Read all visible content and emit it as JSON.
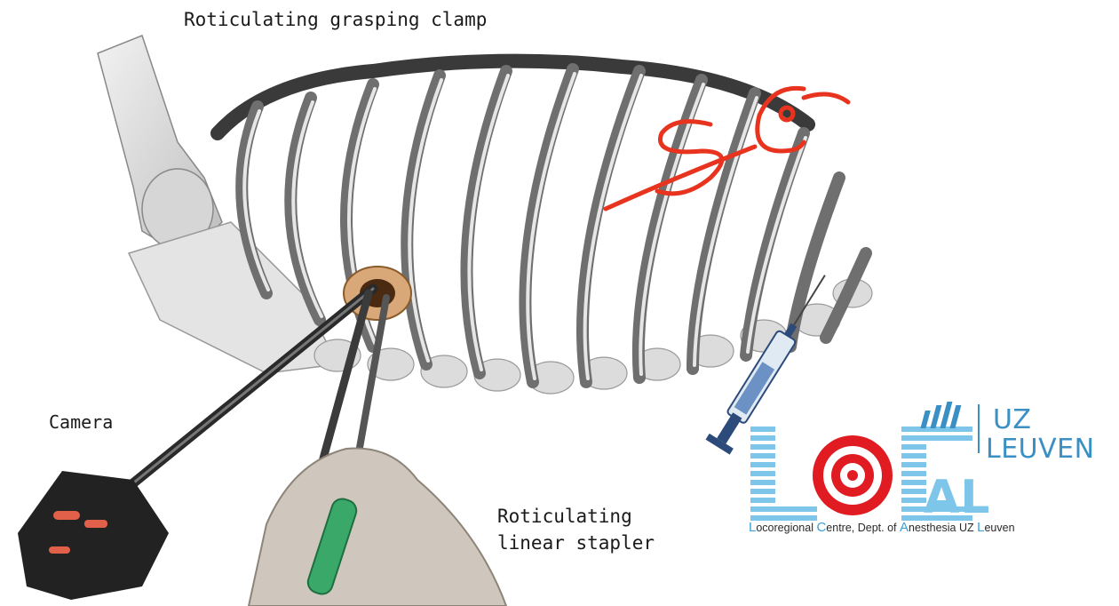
{
  "labels": {
    "grasping_clamp": "Roticulating grasping clamp",
    "camera": "Camera",
    "stapler_line1": "Roticulating",
    "stapler_line2": "linear stapler"
  },
  "annotation": {
    "handwritten_mark": "SC",
    "mark_color": "#e8331f"
  },
  "logo": {
    "wordmark": "LOCAL",
    "institution_line1": "UZ",
    "institution_line2": "LEUVEN",
    "tagline_parts": [
      {
        "cap": "L",
        "rest": "ocoregional "
      },
      {
        "cap": "C",
        "rest": "entre, Dept. of "
      },
      {
        "cap": "A",
        "rest": "nesthesia UZ "
      },
      {
        "cap": "L",
        "rest": "euven"
      }
    ],
    "brand_color": "#3a8fc4",
    "accent_color": "#e11b22"
  }
}
